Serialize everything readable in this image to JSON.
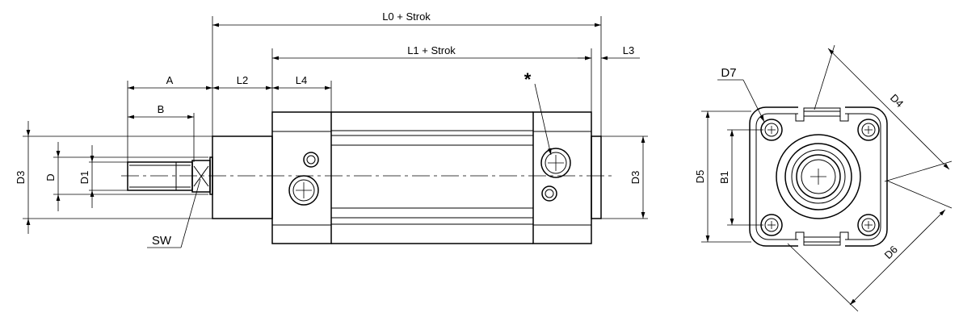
{
  "drawing": {
    "dimensions": {
      "L0": "L0 + Strok",
      "L1": "L1 + Strok",
      "L2": "L2",
      "L3": "L3",
      "L4": "L4",
      "A": "A",
      "B": "B",
      "D3_left": "D3",
      "D": "D",
      "D1": "D1",
      "D3_right": "D3",
      "SW": "SW",
      "D5": "D5",
      "B1": "B1",
      "D4": "D4",
      "D6": "D6",
      "D7": "D7"
    },
    "port_marker": "*"
  }
}
